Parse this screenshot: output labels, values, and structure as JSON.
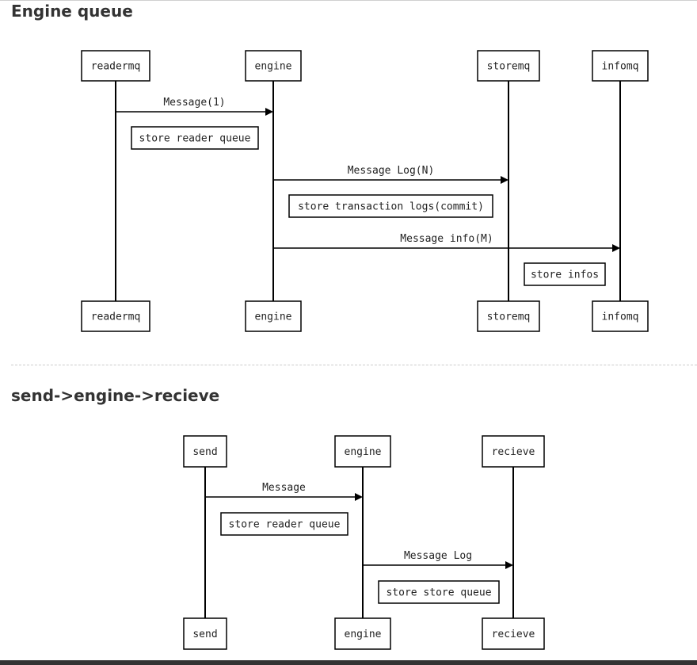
{
  "diagrams": [
    {
      "title": "Engine queue",
      "participants": [
        "readermq",
        "engine",
        "storemq",
        "infomq"
      ],
      "messages": [
        {
          "from": 0,
          "to": 1,
          "label": "Message(1)"
        },
        {
          "from": 1,
          "to": 2,
          "label": "Message Log(N)"
        },
        {
          "from": 1,
          "to": 3,
          "label": "Message info(M)"
        }
      ],
      "notes": [
        {
          "text": "store reader queue"
        },
        {
          "text": "store transaction logs(commit)"
        },
        {
          "text": "store infos"
        }
      ]
    },
    {
      "title": "send->engine->recieve",
      "participants": [
        "send",
        "engine",
        "recieve"
      ],
      "messages": [
        {
          "from": 0,
          "to": 1,
          "label": "Message"
        },
        {
          "from": 1,
          "to": 2,
          "label": "Message Log"
        }
      ],
      "notes": [
        {
          "text": "store reader queue"
        },
        {
          "text": "store store queue"
        }
      ]
    }
  ]
}
